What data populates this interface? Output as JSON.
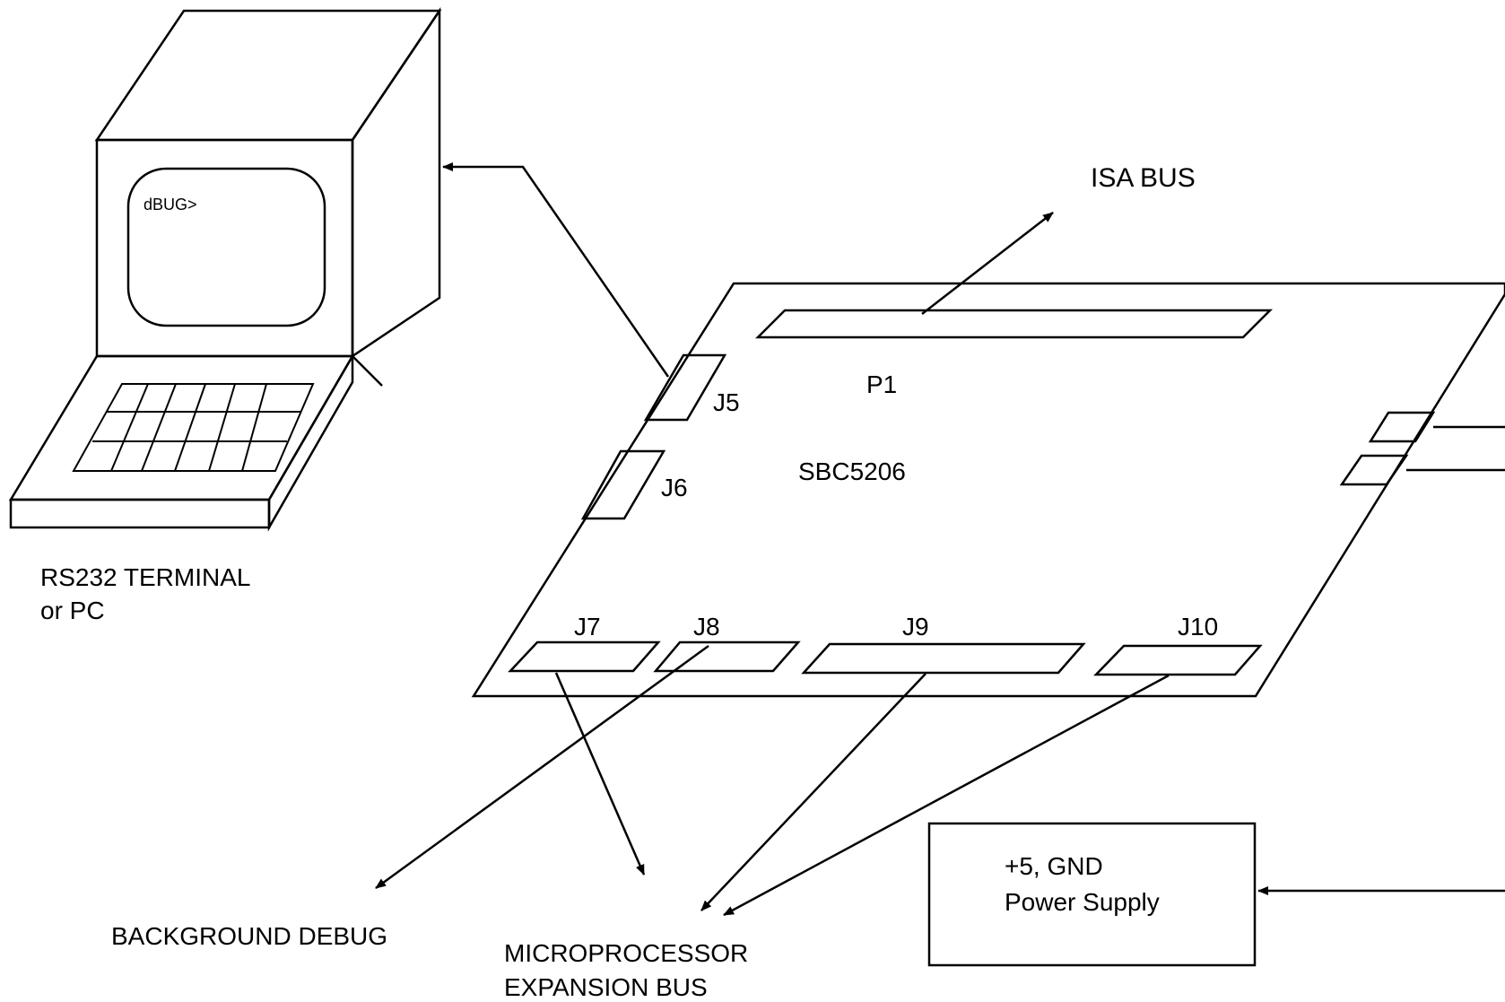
{
  "terminal": {
    "prompt": "dBUG>",
    "label_line1": "RS232 TERMINAL",
    "label_line2": "or PC"
  },
  "board": {
    "name": "SBC5206",
    "connectors": {
      "p1": "P1",
      "j5": "J5",
      "j6": "J6",
      "j7": "J7",
      "j8": "J8",
      "j9": "J9",
      "j10": "J10"
    }
  },
  "labels": {
    "isa_bus": "ISA BUS",
    "background_debug": "BACKGROUND DEBUG",
    "expansion_line1": "MICROPROCESSOR",
    "expansion_line2": "EXPANSION BUS"
  },
  "power_supply": {
    "line1": "+5, GND",
    "line2": "Power Supply"
  }
}
